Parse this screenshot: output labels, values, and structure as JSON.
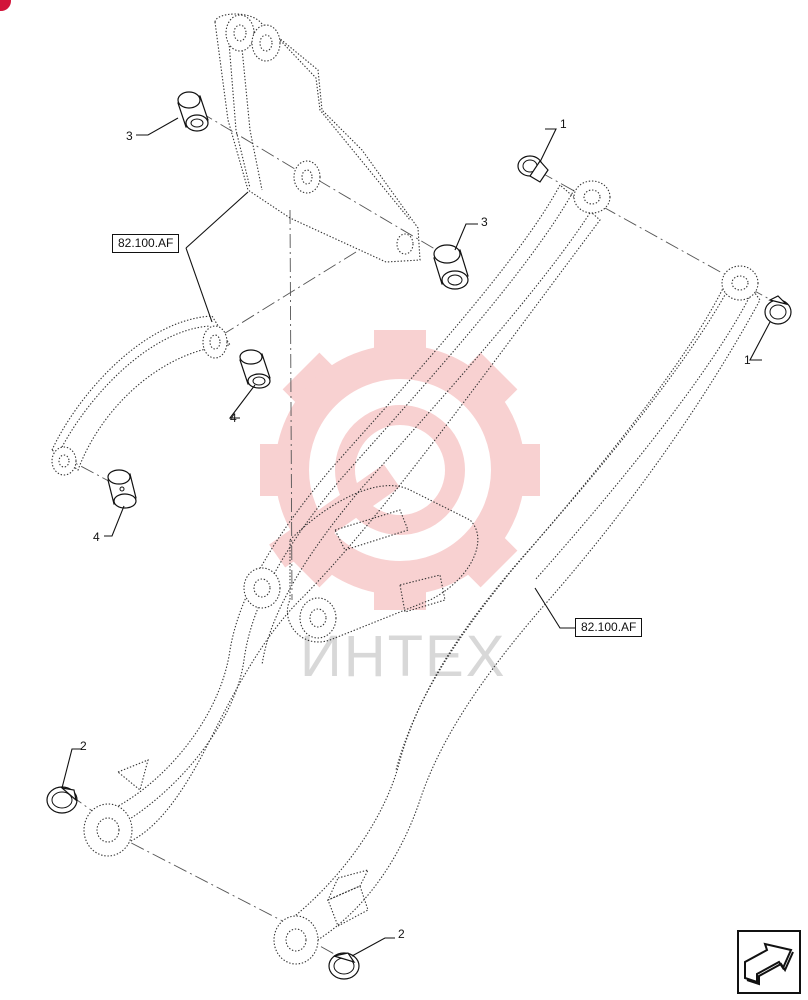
{
  "callouts": {
    "c1a": "1",
    "c1b": "1",
    "c2a": "2",
    "c2b": "2",
    "c3a": "3",
    "c3b": "3",
    "c4a": "4",
    "c4b": "4"
  },
  "refs": {
    "top": "82.100.AF",
    "bottom": "82.100.AF"
  },
  "watermark": {
    "text": "ИНТЕХ"
  },
  "colors": {
    "watermark_gear": "#f7c9c9",
    "corner_mark": "#d2143a"
  },
  "icons": {
    "nav": "next-page-arrow-icon",
    "logo": "gear-wrench-logo-icon"
  }
}
